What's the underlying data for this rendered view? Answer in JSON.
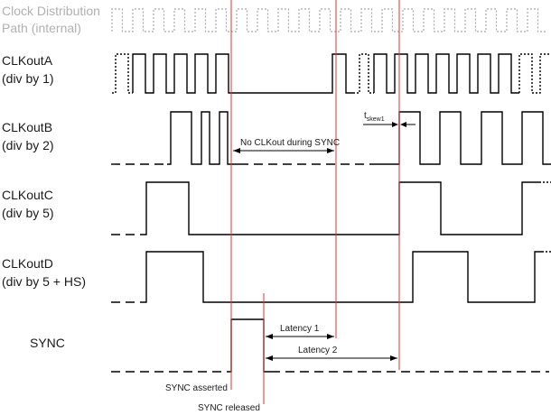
{
  "signals": {
    "clock_path": {
      "line1": "Clock Distribution",
      "line2": "Path (internal)"
    },
    "clkout_a": {
      "line1": "CLKoutA",
      "line2": "(div by 1)"
    },
    "clkout_b": {
      "line1": "CLKoutB",
      "line2": "(div by 2)"
    },
    "clkout_c": {
      "line1": "CLKoutC",
      "line2": "(div by 5)"
    },
    "clkout_d": {
      "line1": "CLKoutD",
      "line2": "(div by 5 + HS)"
    },
    "sync": {
      "line1": "SYNC"
    }
  },
  "annotations": {
    "no_clkout": "No CLKout during SYNC",
    "tskew_main": "t",
    "tskew_sub": "skew1",
    "latency1": "Latency 1",
    "latency2": "Latency 2",
    "sync_asserted": "SYNC asserted",
    "sync_released": "SYNC released"
  },
  "colors": {
    "marker_line": "#e0303a",
    "internal_clock": "#a8a8a8",
    "waveform": "#000000"
  }
}
